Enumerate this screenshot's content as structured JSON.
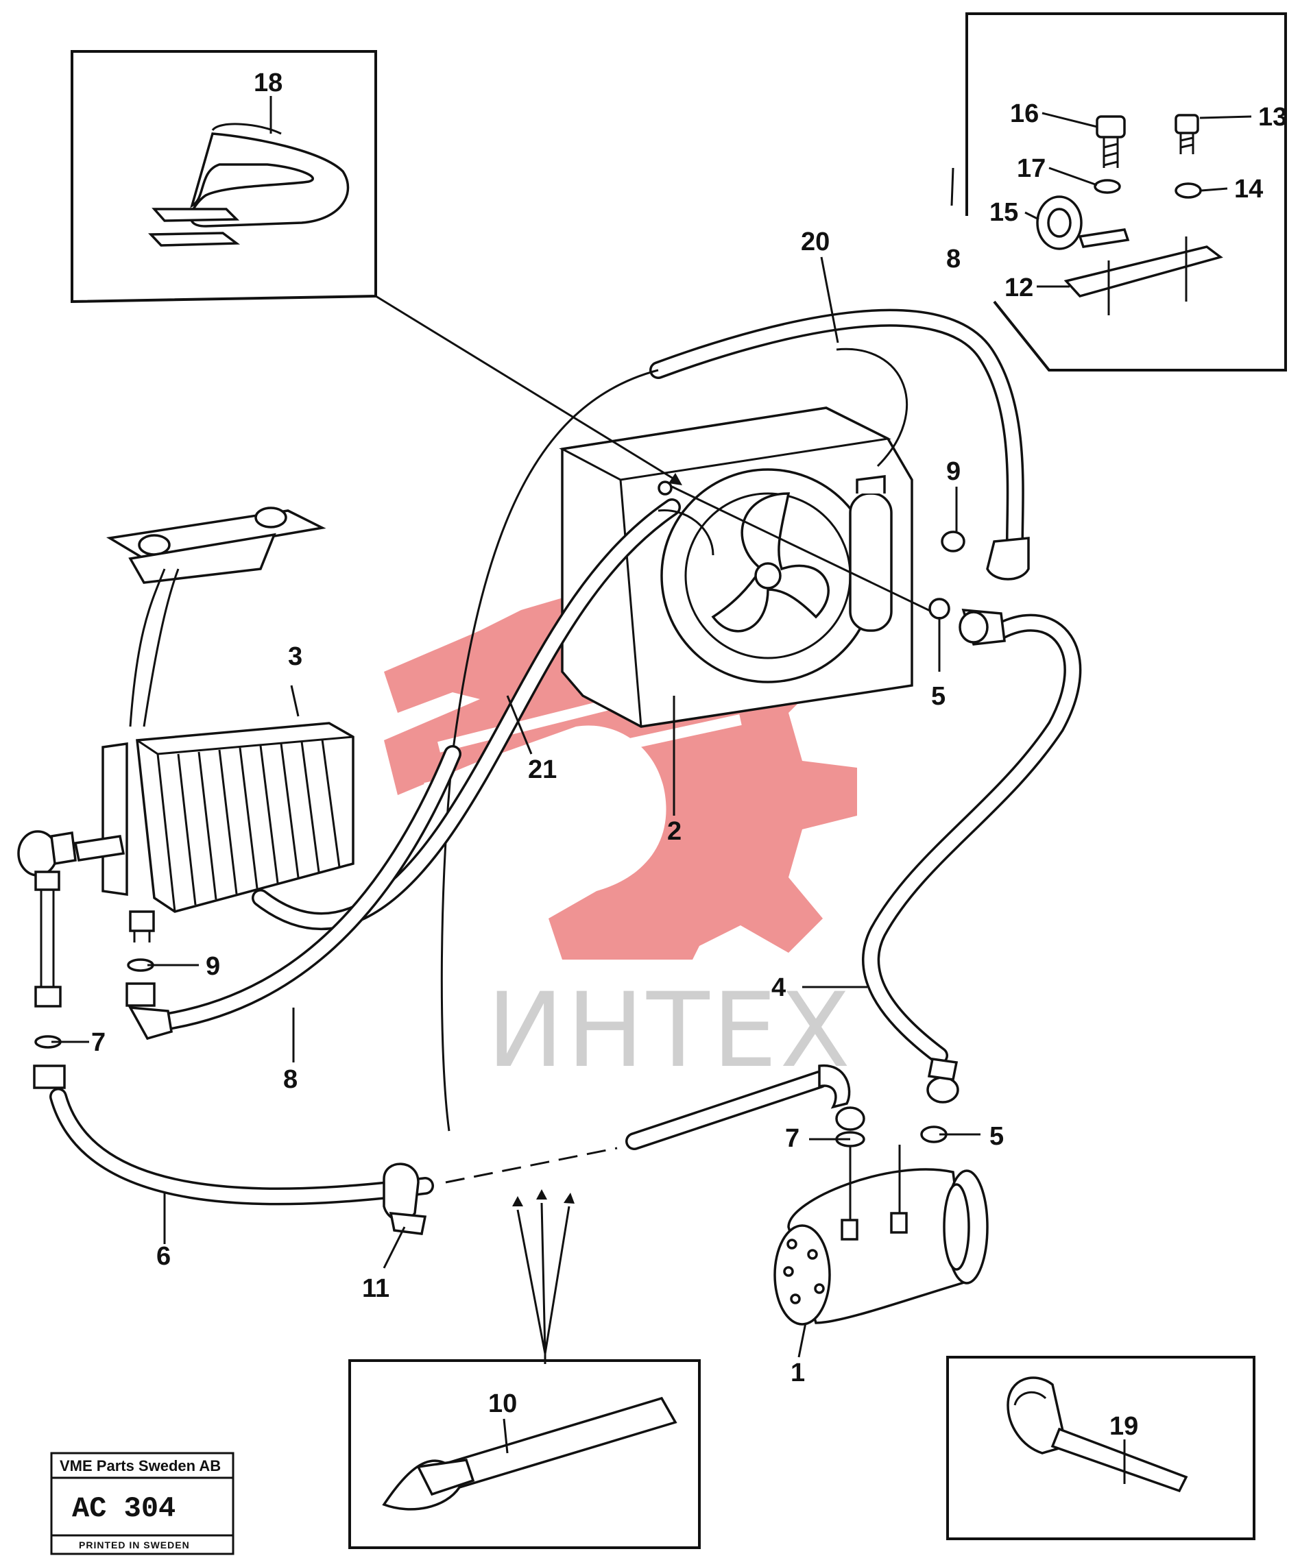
{
  "watermark": {
    "text": "ИНТЕХ",
    "color": "#e23a3a"
  },
  "stamp": {
    "company": "VME Parts Sweden AB",
    "code": "AC 304",
    "printed": "PRINTED IN SWEDEN"
  },
  "callouts": {
    "c1": "1",
    "c2": "2",
    "c3": "3",
    "c4": "4",
    "c5_condenser": "5",
    "c5_compressor": "5",
    "c6": "6",
    "c7_left": "7",
    "c7_compressor": "7",
    "c8_top": "8",
    "c8_bottom": "8",
    "c9_top": "9",
    "c9_left": "9",
    "c10": "10",
    "c11": "11",
    "c12": "12",
    "c13": "13",
    "c14": "14",
    "c15": "15",
    "c16": "16",
    "c17": "17",
    "c18": "18",
    "c19": "19",
    "c20": "20",
    "c21": "21"
  }
}
